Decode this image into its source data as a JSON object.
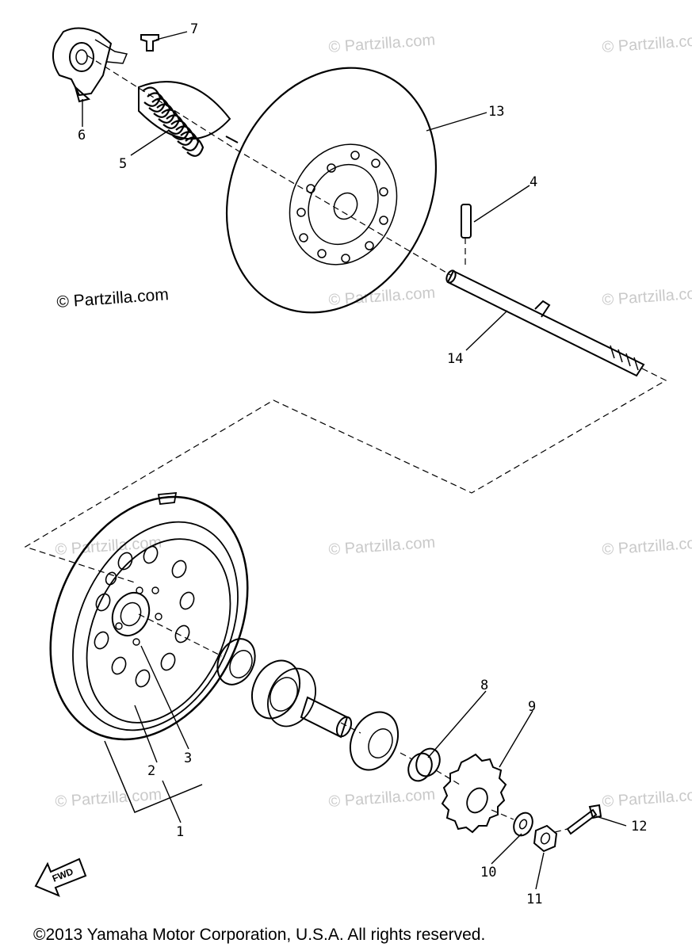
{
  "diagram": {
    "copyright_inline": "© Partzilla.com",
    "watermark_text": "© Partzilla.com",
    "footer_copyright": "©2013  Yamaha Motor Corporation, U.S.A. All rights reserved.",
    "direction_arrow_text": "FWD",
    "callouts": [
      "1",
      "2",
      "3",
      "4",
      "5",
      "6",
      "7",
      "8",
      "9",
      "10",
      "11",
      "12",
      "13",
      "14"
    ]
  }
}
